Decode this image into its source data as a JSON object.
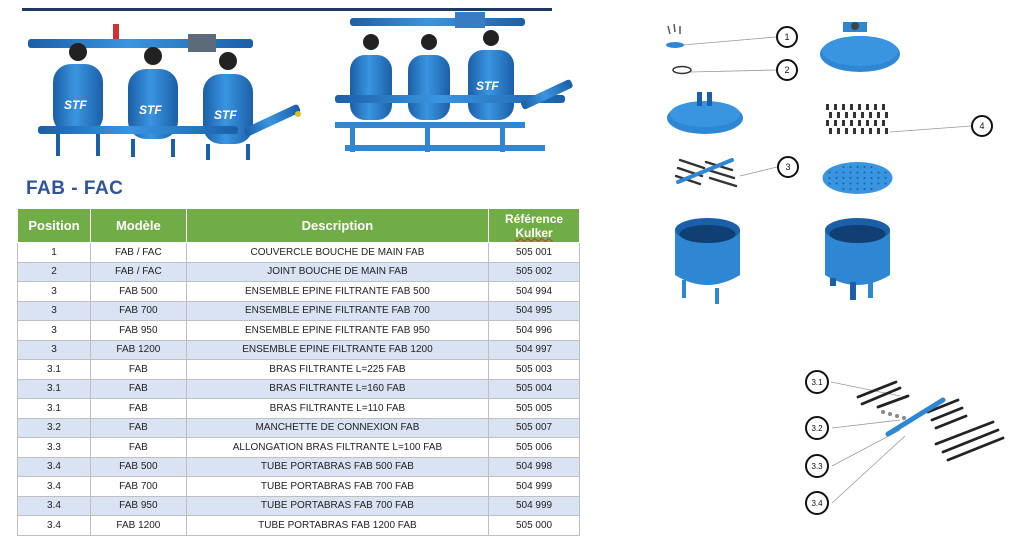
{
  "doc": {
    "title": "FAB - FAC",
    "brand_mark": "STF"
  },
  "table": {
    "headers": {
      "position": "Position",
      "model": "Modèle",
      "description": "Description",
      "reference_line1": "Référence",
      "reference_line2": "Kulker"
    },
    "rows": [
      {
        "position": "1",
        "model": "FAB / FAC",
        "description": "COUVERCLE BOUCHE DE MAIN FAB",
        "reference": "505 001"
      },
      {
        "position": "2",
        "model": "FAB / FAC",
        "description": "JOINT BOUCHE DE MAIN FAB",
        "reference": "505 002"
      },
      {
        "position": "3",
        "model": "FAB 500",
        "description": "ENSEMBLE EPINE FILTRANTE FAB 500",
        "reference": "504 994"
      },
      {
        "position": "3",
        "model": "FAB 700",
        "description": "ENSEMBLE EPINE FILTRANTE FAB 700",
        "reference": "504 995"
      },
      {
        "position": "3",
        "model": "FAB 950",
        "description": "ENSEMBLE EPINE FILTRANTE FAB 950",
        "reference": "504 996"
      },
      {
        "position": "3",
        "model": "FAB 1200",
        "description": "ENSEMBLE EPINE FILTRANTE FAB 1200",
        "reference": "504 997"
      },
      {
        "position": "3.1",
        "model": "FAB",
        "description": "BRAS FILTRANTE L=225 FAB",
        "reference": "505 003"
      },
      {
        "position": "3.1",
        "model": "FAB",
        "description": "BRAS FILTRANTE L=160 FAB",
        "reference": "505 004"
      },
      {
        "position": "3.1",
        "model": "FAB",
        "description": "BRAS FILTRANTE L=110 FAB",
        "reference": "505 005"
      },
      {
        "position": "3.2",
        "model": "FAB",
        "description": "MANCHETTE DE CONNEXION FAB",
        "reference": "505 007"
      },
      {
        "position": "3.3",
        "model": "FAB",
        "description": "ALLONGATION BRAS FILTRANTE L=100 FAB",
        "reference": "505 006"
      },
      {
        "position": "3.4",
        "model": "FAB 500",
        "description": "TUBE PORTABRAS FAB 500 FAB",
        "reference": "504 998"
      },
      {
        "position": "3.4",
        "model": "FAB 700",
        "description": "TUBE PORTABRAS FAB 700 FAB",
        "reference": "504 999"
      },
      {
        "position": "3.4",
        "model": "FAB 950",
        "description": "TUBE PORTABRAS FAB 700 FAB",
        "reference": "504 999"
      },
      {
        "position": "3.4",
        "model": "FAB 1200",
        "description": "TUBE PORTABRAS FAB 1200 FAB",
        "reference": "505 000"
      }
    ]
  },
  "callouts": {
    "c1": "1",
    "c2": "2",
    "c3": "3",
    "c4": "4",
    "c31": "3.1",
    "c32": "3.2",
    "c33": "3.3",
    "c34": "3.4"
  },
  "colors": {
    "header_green": "#70ad47",
    "title_blue": "#2e5597",
    "row_stripe": "#dae3f3",
    "equipment_blue": "#2f86d2"
  }
}
